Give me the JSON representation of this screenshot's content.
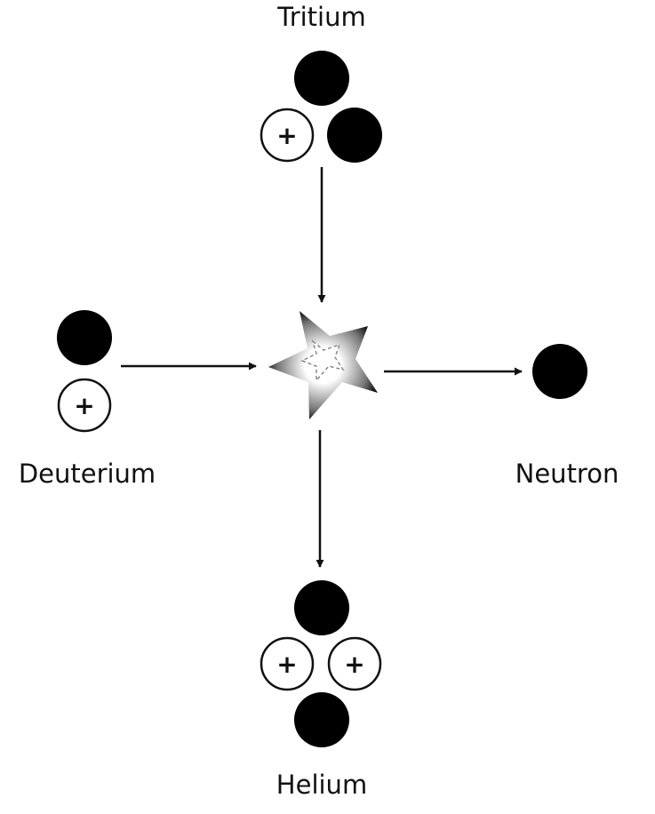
{
  "diagram": {
    "title": "",
    "labels": {
      "tritium": "Tritium",
      "deuterium": "Deuterium",
      "neutron": "Neutron",
      "helium": "Helium"
    },
    "proton_symbol": "+",
    "colors": {
      "neutron_fill": "#000000",
      "proton_fill": "#ffffff",
      "stroke": "#111111",
      "background": "#ffffff"
    },
    "particles": {
      "tritium": {
        "protons": 1,
        "neutrons": 2
      },
      "deuterium": {
        "protons": 1,
        "neutrons": 1
      },
      "helium": {
        "protons": 2,
        "neutrons": 2
      },
      "neutron": {
        "protons": 0,
        "neutrons": 1
      }
    },
    "reaction": {
      "inputs": [
        "tritium",
        "deuterium"
      ],
      "outputs": [
        "helium",
        "neutron"
      ],
      "center_icon": "fusion-star-icon"
    }
  }
}
